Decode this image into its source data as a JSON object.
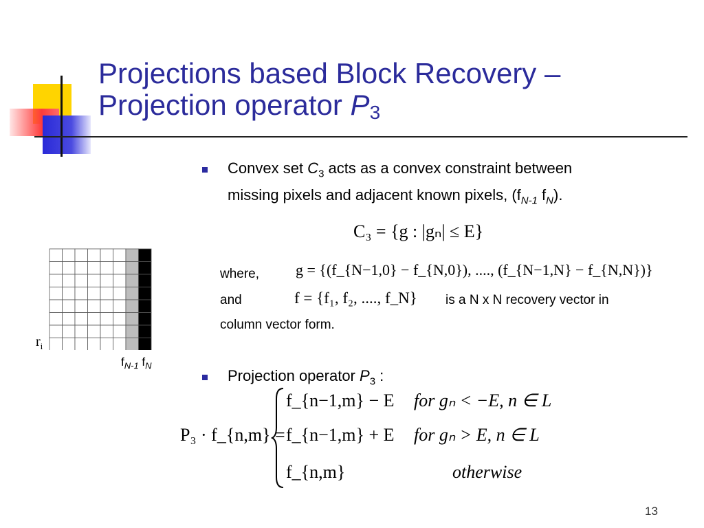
{
  "slide": {
    "title_line1": "Projections based Block Recovery –",
    "title_line2_prefix": "Projection operator ",
    "title_symbol": "P",
    "title_symbol_sub": "3",
    "page_number": "13"
  },
  "bullet1": {
    "text_a": "Convex set ",
    "symbol": "C",
    "symbol_sub": "3",
    "text_b": " acts as a convex constraint between",
    "line2": "missing pixels and adjacent known pixels, (f",
    "sub1": "N-1",
    "mid": " f",
    "sub2": "N",
    "end": ")."
  },
  "equations": {
    "c3": "C₃ = {g : |gₙ| ≤ E}",
    "where_label": "where,",
    "g_def": "g = {(f_{N−1,0} − f_{N,0}), ...., (f_{N−1,N} − f_{N,N})}",
    "and_label": "and",
    "f_def": "f = {f₁, f₂, ...., f_N}",
    "f_desc": "is a N x N recovery vector in",
    "f_desc2": "column vector form."
  },
  "bullet2": {
    "text": "Projection operator ",
    "symbol": "P",
    "symbol_sub": "3",
    "end": " :"
  },
  "piecewise": {
    "lhs": "P₃ · f_{n,m} =",
    "case1_expr": "f_{n−1,m} − E",
    "case1_cond": "for  gₙ < −E,  n ∈ L",
    "case2_expr": "f_{n−1,m} + E",
    "case2_cond": "for  gₙ > E,  n ∈ L",
    "case3_expr": "f_{n,m}",
    "case3_cond": "otherwise"
  },
  "figure": {
    "row_label": "r",
    "row_label_sub": "i",
    "col_label1": "f",
    "col_label1_sub": "N-1",
    "col_label2": "f",
    "col_label2_sub": "N",
    "grid_rows": 8,
    "grid_cols": 8,
    "gray_column": 7,
    "black_column": 8,
    "colors": {
      "gray": "#bdbdbd",
      "black": "#000000",
      "line": "#555555"
    }
  }
}
